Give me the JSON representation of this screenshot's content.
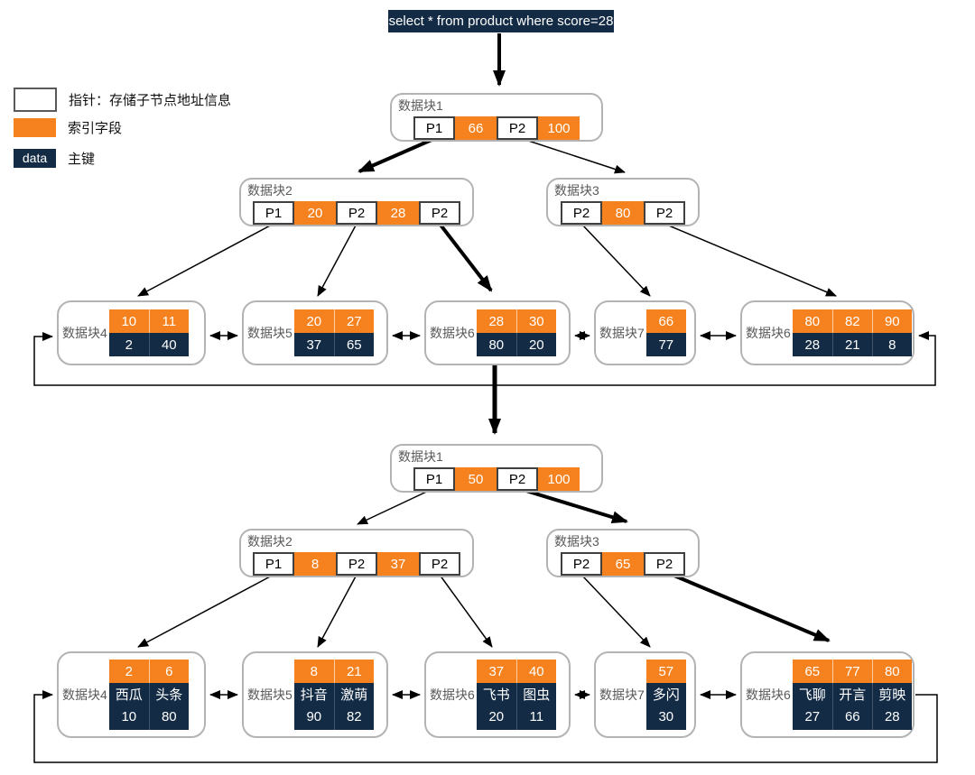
{
  "query": "select * from product where score=28",
  "legend": {
    "pointer": {
      "label": "指针：存储子节点地址信息"
    },
    "index": {
      "label": "索引字段"
    },
    "primary": {
      "swatch_text": "data",
      "label": "主键"
    }
  },
  "colors": {
    "index_orange": "#F6821F",
    "primary_navy": "#132B45",
    "node_border": "#B3B3B3",
    "arrow_black": "#000000"
  },
  "index_tree": {
    "n1": {
      "label": "数据块1",
      "cells": [
        {
          "k": "ptr",
          "t": "P1"
        },
        {
          "k": "idx",
          "t": "66"
        },
        {
          "k": "ptr",
          "t": "P2"
        },
        {
          "k": "idx",
          "t": "100"
        }
      ]
    },
    "n2": {
      "label": "数据块2",
      "cells": [
        {
          "k": "ptr",
          "t": "P1"
        },
        {
          "k": "idx",
          "t": "20"
        },
        {
          "k": "ptr",
          "t": "P2"
        },
        {
          "k": "idx",
          "t": "28"
        },
        {
          "k": "ptr",
          "t": "P2"
        }
      ]
    },
    "n3": {
      "label": "数据块3",
      "cells": [
        {
          "k": "ptr",
          "t": "P2"
        },
        {
          "k": "idx",
          "t": "80"
        },
        {
          "k": "ptr",
          "t": "P2"
        }
      ]
    },
    "l4": {
      "label": "数据块4",
      "cols": [
        {
          "idx": "10",
          "data": "2"
        },
        {
          "idx": "11",
          "data": "40"
        }
      ]
    },
    "l5": {
      "label": "数据块5",
      "cols": [
        {
          "idx": "20",
          "data": "37"
        },
        {
          "idx": "27",
          "data": "65"
        }
      ]
    },
    "l6": {
      "label": "数据块6",
      "cols": [
        {
          "idx": "28",
          "data": "80"
        },
        {
          "idx": "30",
          "data": "20"
        }
      ]
    },
    "l7": {
      "label": "数据块7",
      "cols": [
        {
          "idx": "66",
          "data": "77"
        }
      ]
    },
    "l8": {
      "label": "数据块6",
      "cols": [
        {
          "idx": "80",
          "data": "28"
        },
        {
          "idx": "82",
          "data": "21"
        },
        {
          "idx": "90",
          "data": "8"
        }
      ]
    }
  },
  "primary_tree": {
    "n1": {
      "label": "数据块1",
      "cells": [
        {
          "k": "ptr",
          "t": "P1"
        },
        {
          "k": "idx",
          "t": "50"
        },
        {
          "k": "ptr",
          "t": "P2"
        },
        {
          "k": "idx",
          "t": "100"
        }
      ]
    },
    "n2": {
      "label": "数据块2",
      "cells": [
        {
          "k": "ptr",
          "t": "P1"
        },
        {
          "k": "idx",
          "t": "8"
        },
        {
          "k": "ptr",
          "t": "P2"
        },
        {
          "k": "idx",
          "t": "37"
        },
        {
          "k": "ptr",
          "t": "P2"
        }
      ]
    },
    "n3": {
      "label": "数据块3",
      "cells": [
        {
          "k": "ptr",
          "t": "P2"
        },
        {
          "k": "idx",
          "t": "65"
        },
        {
          "k": "ptr",
          "t": "P2"
        }
      ]
    },
    "l4": {
      "label": "数据块4",
      "cols": [
        {
          "idx": "2",
          "name": "西瓜",
          "val": "10"
        },
        {
          "idx": "6",
          "name": "头条",
          "val": "80"
        }
      ]
    },
    "l5": {
      "label": "数据块5",
      "cols": [
        {
          "idx": "8",
          "name": "抖音",
          "val": "90"
        },
        {
          "idx": "21",
          "name": "激萌",
          "val": "82"
        }
      ]
    },
    "l6": {
      "label": "数据块6",
      "cols": [
        {
          "idx": "37",
          "name": "飞书",
          "val": "20"
        },
        {
          "idx": "40",
          "name": "图虫",
          "val": "11"
        }
      ]
    },
    "l7": {
      "label": "数据块7",
      "cols": [
        {
          "idx": "57",
          "name": "多闪",
          "val": "30"
        }
      ]
    },
    "l8": {
      "label": "数据块6",
      "cols": [
        {
          "idx": "65",
          "name": "飞聊",
          "val": "27"
        },
        {
          "idx": "77",
          "name": "开言",
          "val": "66"
        },
        {
          "idx": "80",
          "name": "剪映",
          "val": "28"
        }
      ]
    }
  }
}
